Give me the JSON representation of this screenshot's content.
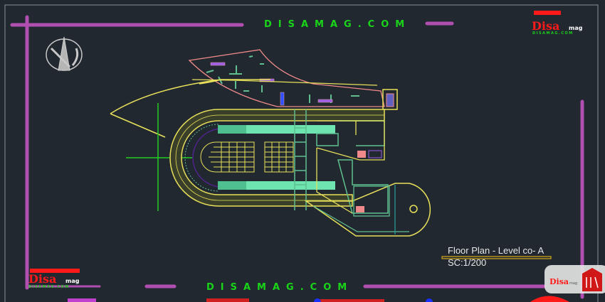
{
  "drawing": {
    "title": "Floor Plan - Level co- A",
    "scale": "SC:1/200"
  },
  "watermark": {
    "top_text": "DISAMAG.COM",
    "bottom_text": "DISAMAG.COM"
  },
  "logo": {
    "brand": "Disa",
    "suffix": "mag",
    "url": "DISAMAG.COM"
  },
  "colors": {
    "background": "#212830",
    "frame": "#b04fb0",
    "watermark": "#19d419",
    "logo_red": "#ff1a1a",
    "wall_yellow": "#e8e05a",
    "wall_green": "#5fbf8f",
    "outline_pink": "#f08a8a"
  }
}
